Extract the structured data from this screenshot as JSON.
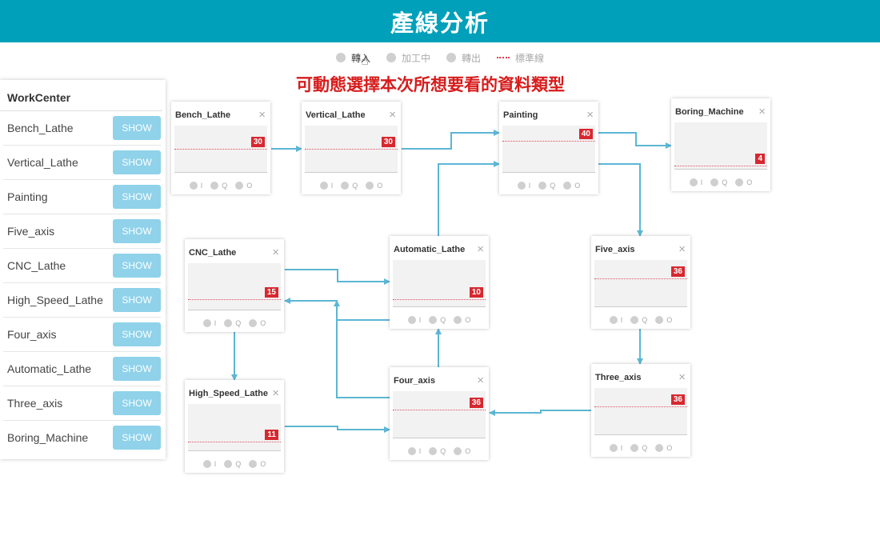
{
  "header": {
    "title": "產線分析"
  },
  "legend": [
    {
      "label": "轉入",
      "icon": "circle-icon",
      "active": true
    },
    {
      "label": "加工中",
      "icon": "circle-icon",
      "active": false
    },
    {
      "label": "轉出",
      "icon": "circle-icon",
      "active": false
    }
  ],
  "legend_standard": "標準線",
  "annotation": "可動態選擇本次所想要看的資料類型",
  "sidebar": {
    "title": "WorkCenter",
    "show_label": "SHOW",
    "items": [
      "Bench_Lathe",
      "Vertical_Lathe",
      "Painting",
      "Five_axis",
      "CNC_Lathe",
      "High_Speed_Lathe",
      "Four_axis",
      "Automatic_Lathe",
      "Three_axis",
      "Boring_Machine"
    ]
  },
  "card_legend": [
    "I",
    "Q",
    "O"
  ],
  "card_close": "×",
  "cards": [
    {
      "title": "Bench_Lathe",
      "value": "30"
    },
    {
      "title": "Vertical_Lathe",
      "value": "30"
    },
    {
      "title": "Painting",
      "value": "40"
    },
    {
      "title": "Boring_Machine",
      "value": "4"
    },
    {
      "title": "CNC_Lathe",
      "value": "15"
    },
    {
      "title": "Automatic_Lathe",
      "value": "10"
    },
    {
      "title": "Five_axis",
      "value": "36"
    },
    {
      "title": "High_Speed_Lathe",
      "value": "11"
    },
    {
      "title": "Four_axis",
      "value": "36"
    },
    {
      "title": "Three_axis",
      "value": "36"
    }
  ],
  "colors": {
    "header": "#00a0ba",
    "show_button": "#8fd2ea",
    "badge": "#d7282f",
    "arrow": "#5cb6d4",
    "annotation": "#d71c1c"
  }
}
